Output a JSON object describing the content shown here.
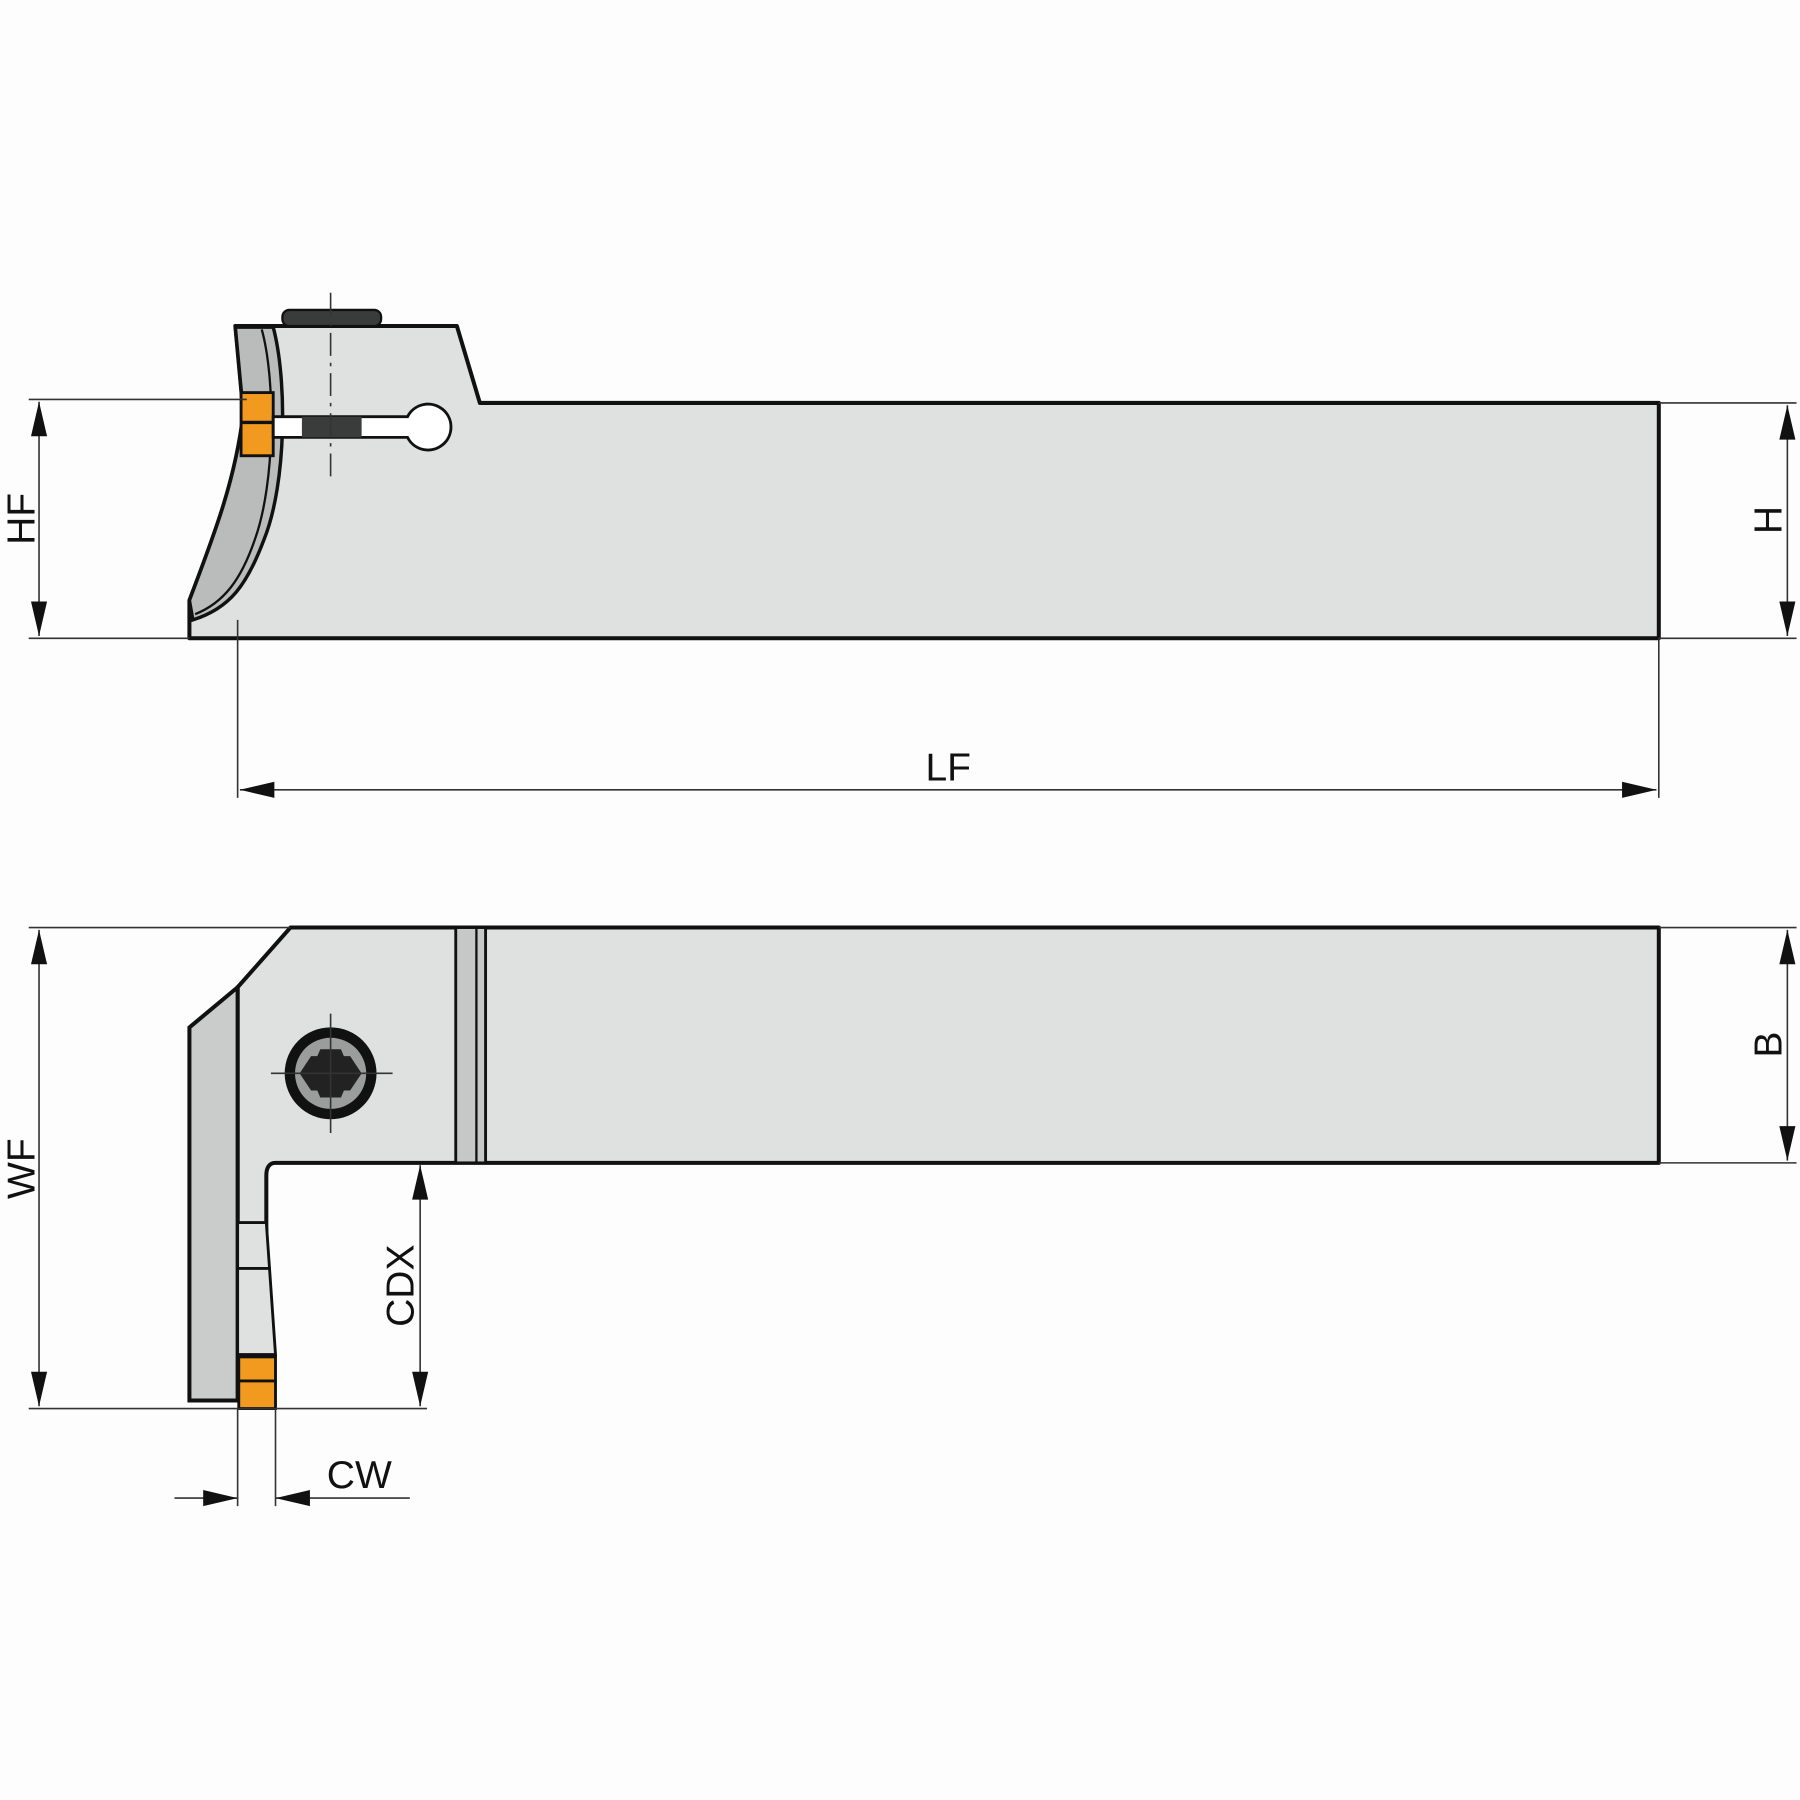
{
  "labels": {
    "hf": "HF",
    "h": "H",
    "lf": "LF",
    "wf": "WF",
    "b": "B",
    "cdx": "CDX",
    "cw": "CW"
  },
  "colors": {
    "body": "#dfe1e0",
    "insert": "#f29a1f",
    "outline": "#111111",
    "blade": "#b9bcbb"
  }
}
